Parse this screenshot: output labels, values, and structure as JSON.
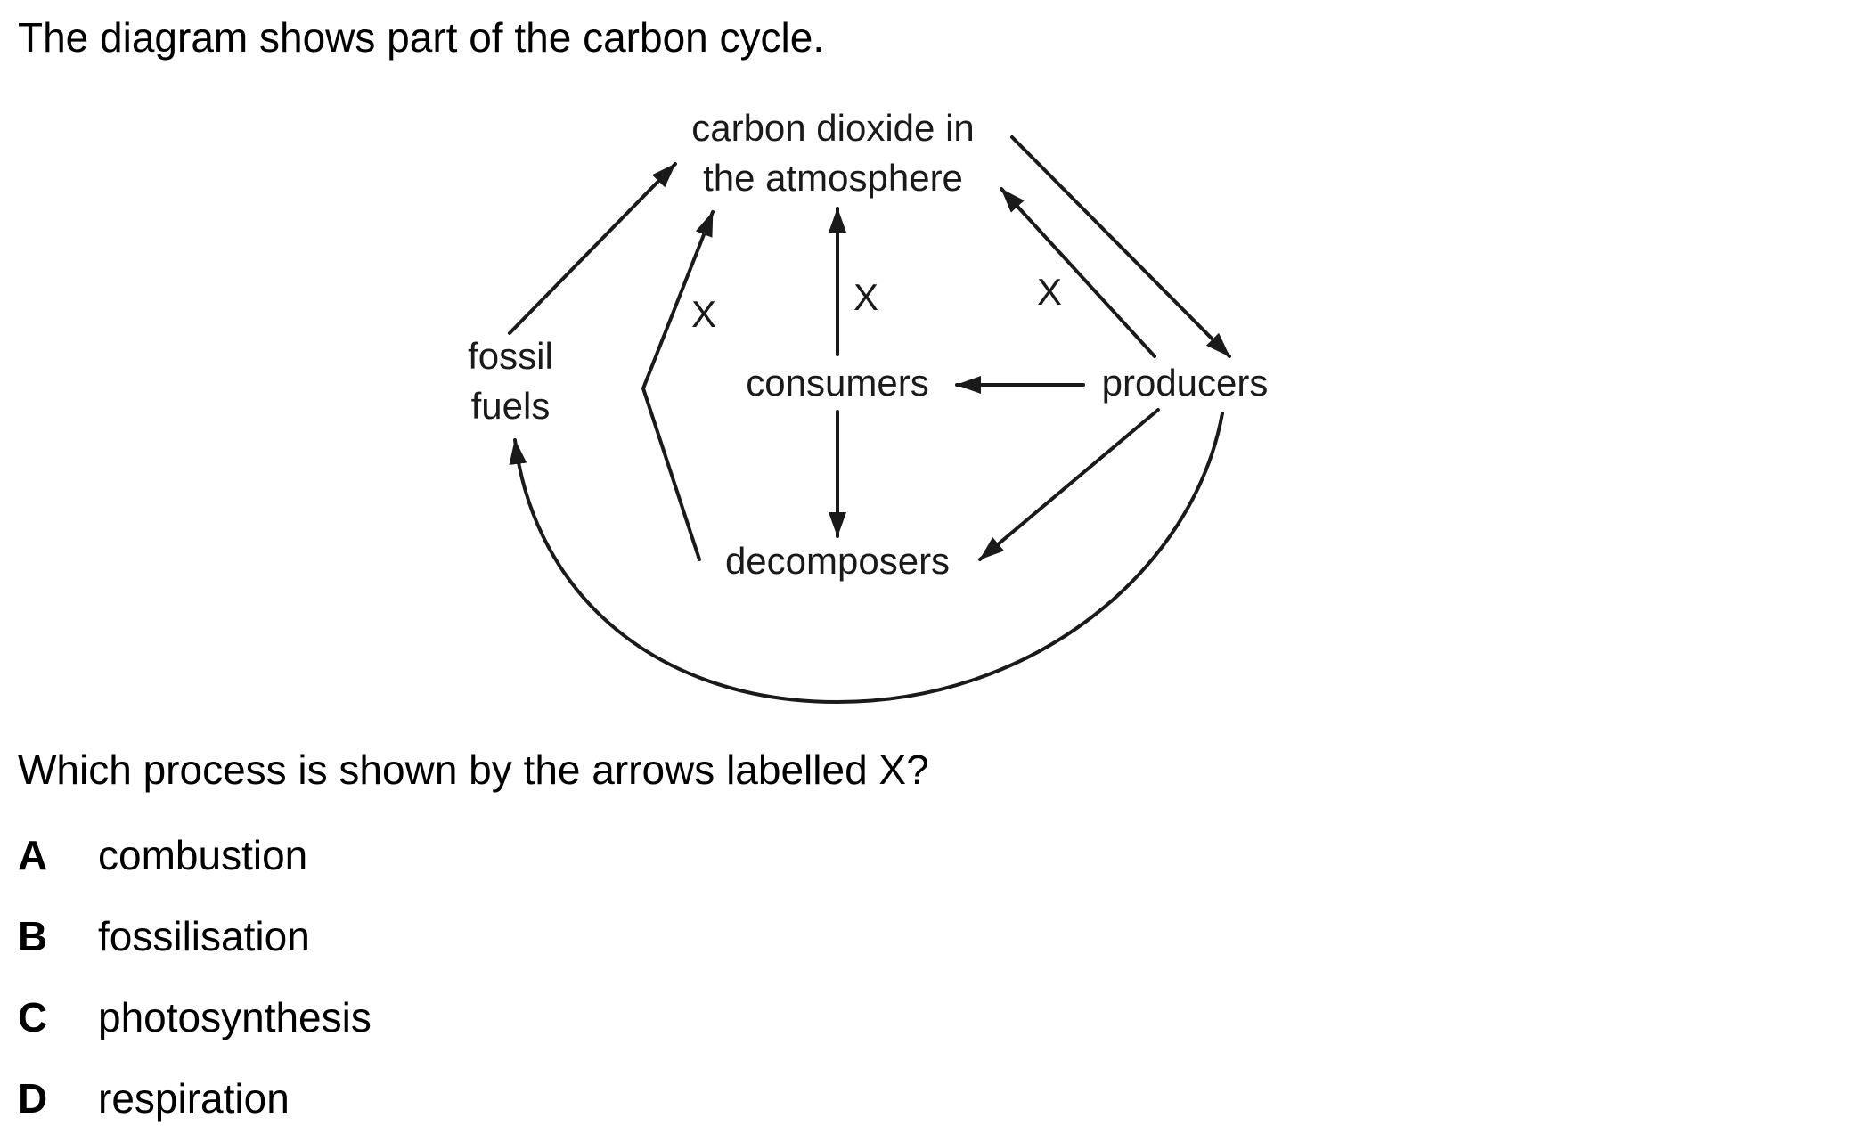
{
  "intro": "The diagram shows part of the carbon cycle.",
  "diagram": {
    "co2_line1": "carbon dioxide in",
    "co2_line2": "the atmosphere",
    "fossil_line1": "fossil",
    "fossil_line2": "fuels",
    "consumers": "consumers",
    "producers": "producers",
    "decomposers": "decomposers",
    "label_x": "X"
  },
  "question": "Which process is shown by the arrows labelled X?",
  "options": [
    {
      "letter": "A",
      "text": "combustion"
    },
    {
      "letter": "B",
      "text": "fossilisation"
    },
    {
      "letter": "C",
      "text": "photosynthesis"
    },
    {
      "letter": "D",
      "text": "respiration"
    }
  ]
}
